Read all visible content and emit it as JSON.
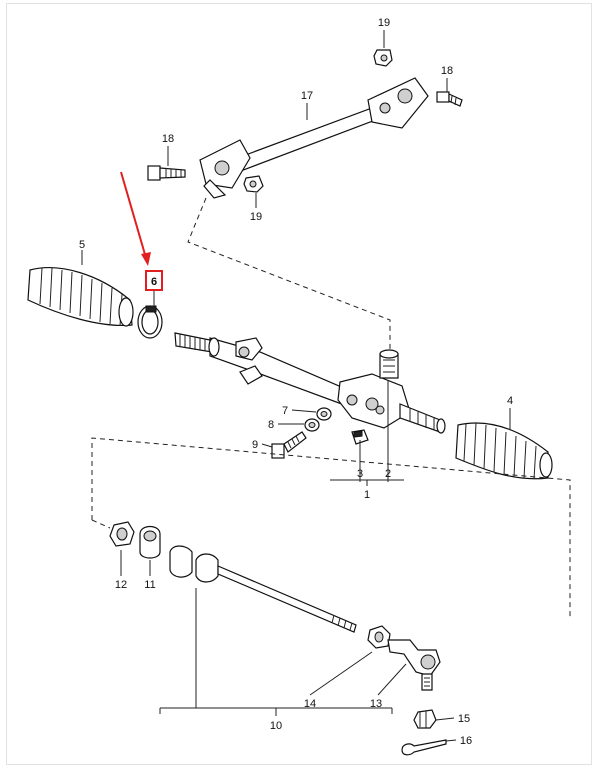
{
  "diagram": {
    "highlight_color": "#e02020",
    "highlighted_part": "6",
    "labels": {
      "p1": "1",
      "p2": "2",
      "p3": "3",
      "p4": "4",
      "p5": "5",
      "p6": "6",
      "p7": "7",
      "p8": "8",
      "p9": "9",
      "p10": "10",
      "p11": "11",
      "p12": "12",
      "p13": "13",
      "p14": "14",
      "p15": "15",
      "p16": "16",
      "p17": "17",
      "p18a": "18",
      "p18b": "18",
      "p19a": "19",
      "p19b": "19"
    }
  }
}
